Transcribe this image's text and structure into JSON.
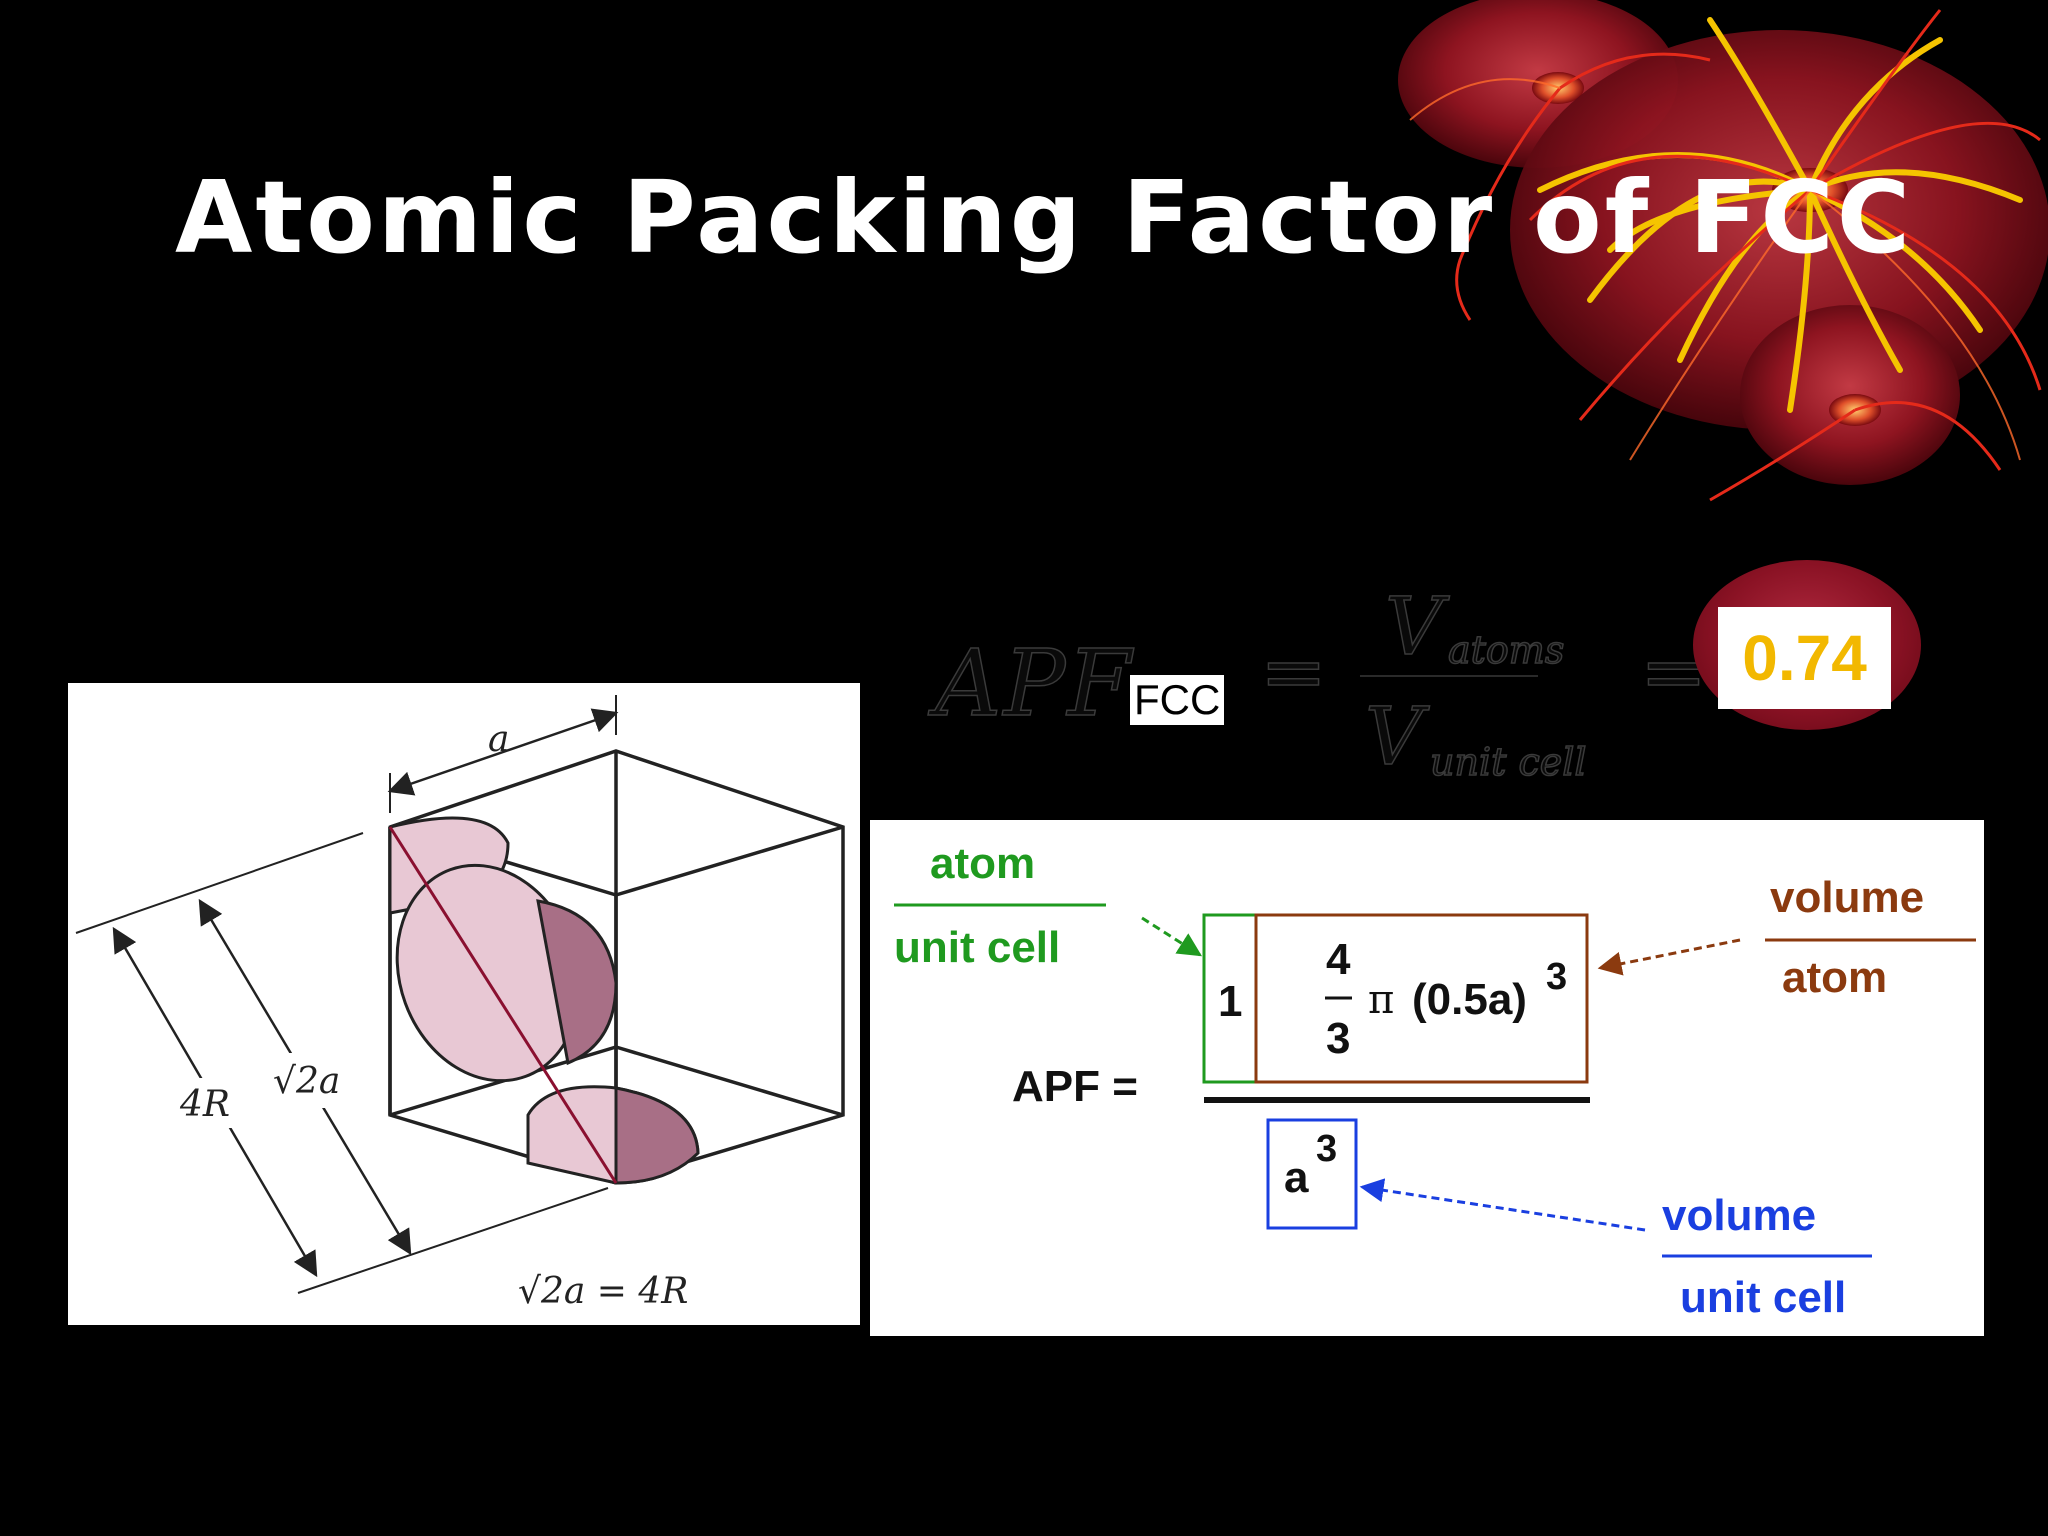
{
  "slide": {
    "title": "Atomic Packing Factor of FCC"
  },
  "formula": {
    "lhs": "APF",
    "lhs_sub": "FCC",
    "equals": "=",
    "num_symbol": "V",
    "num_sub": "atoms",
    "den_symbol": "V",
    "den_sub": "unit cell",
    "result": "0.74"
  },
  "figure": {
    "a_label": "a",
    "diag_label": "√2a",
    "r_label": "4R",
    "relation": "√2a = 4R"
  },
  "diagram": {
    "lhs": "APF =",
    "count": "1",
    "frac_num": "4",
    "frac_den": "3",
    "pi": "π",
    "radius": "(0.5a)",
    "exp": "3",
    "den_base": "a",
    "den_exp": "3",
    "atom_label": "atom",
    "unit_cell_label": "unit cell",
    "volume_label_1": "volume",
    "atom_label_2": "atom",
    "volume_label_2": "volume",
    "unit_cell_label_2": "unit cell",
    "colors": {
      "green": "#1f9a1f",
      "brown": "#8b3a0f",
      "blue": "#1a3fe0"
    }
  }
}
